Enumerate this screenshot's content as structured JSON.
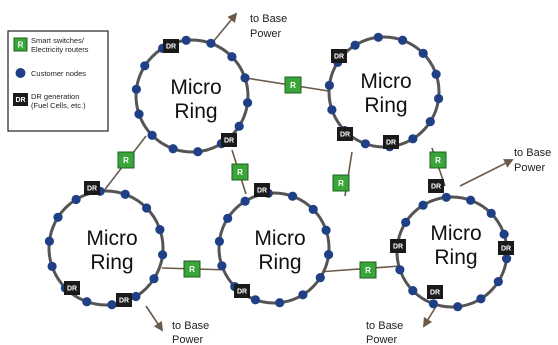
{
  "legend": {
    "switch_line1": "Smart switches/",
    "switch_line2": "Electricity routers",
    "customer": "Customer nodes",
    "dr_line1": "DR generation",
    "dr_line2": "(Fuel Cells, etc.)"
  },
  "rings": [
    {
      "line1": "Micro",
      "line2": "Ring"
    },
    {
      "line1": "Micro",
      "line2": "Ring"
    },
    {
      "line1": "Micro",
      "line2": "Ring"
    },
    {
      "line1": "Micro",
      "line2": "Ring"
    },
    {
      "line1": "Micro",
      "line2": "Ring"
    }
  ],
  "dr_label": "DR",
  "r_label": "R",
  "base_power": [
    {
      "line1": "to Base",
      "line2": "Power"
    },
    {
      "line1": "to Base",
      "line2": "Power"
    },
    {
      "line1": "to Base",
      "line2": "Power"
    },
    {
      "line1": "to Base",
      "line2": "Power"
    }
  ],
  "colors": {
    "ring": "#555555",
    "node": "#1f3f86",
    "dr_fill": "#1a1a1a",
    "switch_fill": "#3aa63a",
    "line": "#6b5a4a"
  }
}
